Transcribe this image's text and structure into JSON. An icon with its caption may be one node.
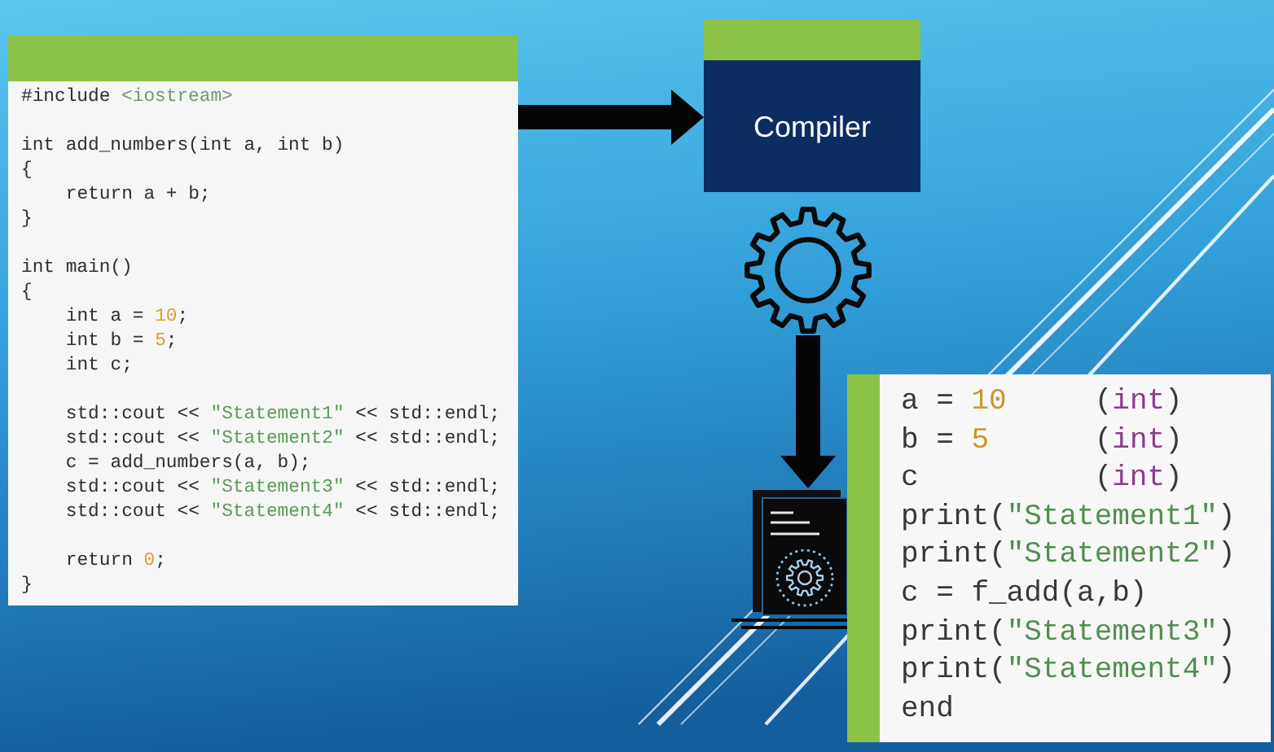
{
  "diagram": {
    "nodes": [
      {
        "text": [
          "#include <iostream>",
          "int add_numbers(int a, int b)",
          "{",
          "return a + b;",
          "}",
          "int main()",
          "{",
          "int a = 10;",
          "int b = 5;",
          "int c;",
          "std::cout << \"Statement1\" << std::endl;",
          "std::cout << \"Statement2\" << std::endl;",
          "c = add_numbers(a, b);",
          "std::cout << \"Statement3\" << std::endl;",
          "std::cout << \"Statement4\" << std::endl;",
          "return 0;",
          "}"
        ]
      },
      {
        "text": [
          "Compiler"
        ]
      },
      {
        "text": [],
        "shape": "gear"
      },
      {
        "text": [],
        "shape": "document"
      },
      {
        "text": [
          "a = 10     (int)",
          "b = 5      (int)",
          "c          (int)",
          "print(\"Statement1\")",
          "print(\"Statement2\")",
          "c = f_add(a,b)",
          "print(\"Statement3\")",
          "print(\"Statement4\")",
          "end"
        ]
      }
    ],
    "edges": [
      {
        "from": 0,
        "to": 1,
        "arrow": "to"
      },
      {
        "from": 2,
        "to": 3,
        "arrow": "to"
      }
    ]
  }
}
